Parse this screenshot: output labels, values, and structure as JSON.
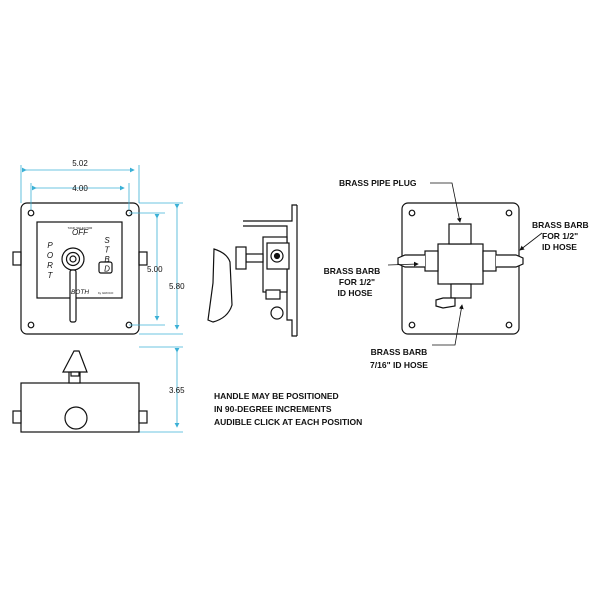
{
  "dimensions": {
    "overall_width": "5.02",
    "hole_spacing_width": "4.00",
    "hole_spacing_height": "5.00",
    "overall_height": "5.80",
    "depth": "3.65"
  },
  "faceplate": {
    "brand": "TANK SELECTOR",
    "off_label": "OFF",
    "port_label": "PORT",
    "stbd_label": "STBD",
    "both_label": "BOTH",
    "maker_label": "by GROCO"
  },
  "callouts": {
    "brass_pipe_plug": "BRASS PIPE PLUG",
    "barb_right": [
      "BRASS BARB",
      "FOR 1/2\"",
      "ID HOSE"
    ],
    "barb_left": [
      "BRASS BARB",
      "FOR 1/2\"",
      "ID HOSE"
    ],
    "barb_bottom": [
      "BRASS BARB",
      "7/16\"  ID HOSE"
    ]
  },
  "notes": [
    "HANDLE MAY BE POSITIONED",
    "IN 90-DEGREE INCREMENTS",
    "AUDIBLE CLICK AT EACH POSITION"
  ]
}
